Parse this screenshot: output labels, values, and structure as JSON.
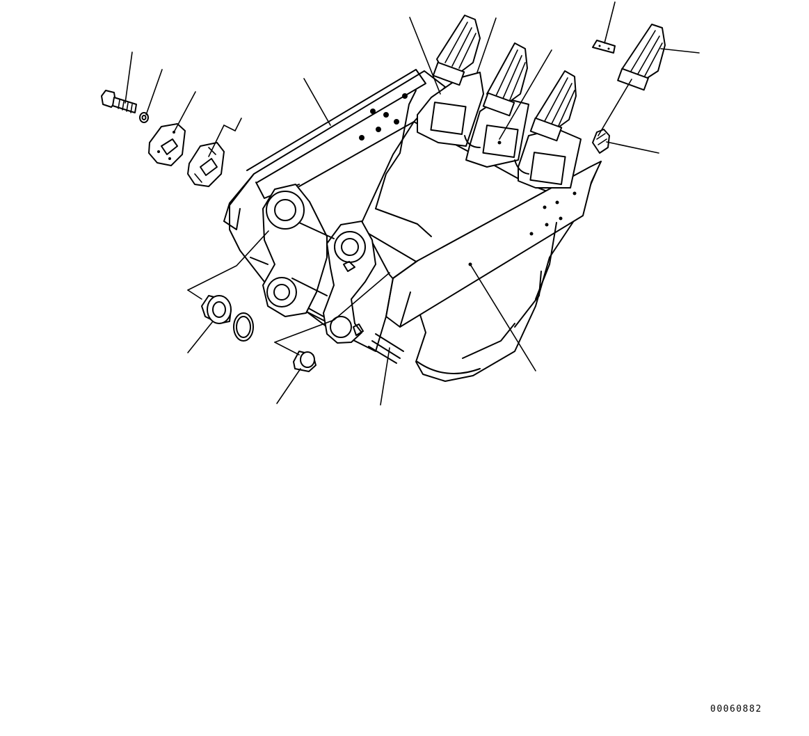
{
  "figure": {
    "code": "00060882",
    "colors": {
      "line": "#000000",
      "background": "#ffffff"
    },
    "parts": [
      "bucket-body",
      "tooth-point",
      "tooth-adapter",
      "side-cutter",
      "lock-pin",
      "bolt",
      "washer",
      "spacer-plate",
      "shim-plate",
      "bushing",
      "o-ring",
      "collar"
    ]
  }
}
